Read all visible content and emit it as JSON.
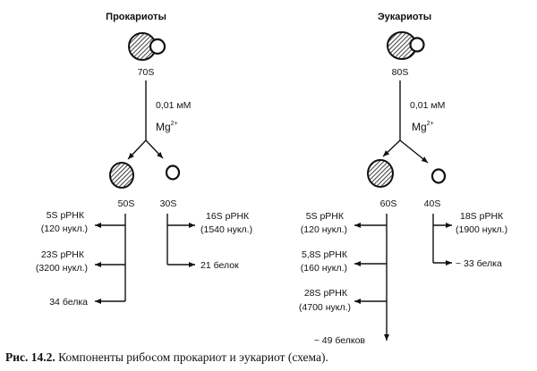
{
  "prokaryotes": {
    "title": "Прокариоты",
    "ribosome": "70S",
    "condition": "0,01 мМ",
    "ion": "Mg",
    "ion_charge": "2+",
    "large_subunit": "50S",
    "small_subunit": "30S",
    "large_components": [
      {
        "line1": "5S  рРНК",
        "line2": "(120 нукл.)"
      },
      {
        "line1": "23S  рРНК",
        "line2": "(3200 нукл.)"
      },
      {
        "line1": "34 белка",
        "line2": ""
      }
    ],
    "small_components": [
      {
        "line1": "16S  рРНК",
        "line2": "(1540 нукл.)"
      },
      {
        "line1": "21 белок",
        "line2": ""
      }
    ]
  },
  "eukaryotes": {
    "title": "Эукариоты",
    "ribosome": "80S",
    "condition": "0,01 мМ",
    "ion": "Mg",
    "ion_charge": "2+",
    "large_subunit": "60S",
    "small_subunit": "40S",
    "large_components": [
      {
        "line1": "5S  рРНК",
        "line2": "(120 нукл.)"
      },
      {
        "line1": "5,8S  рРНК",
        "line2": "(160 нукл.)"
      },
      {
        "line1": "28S  рРНК",
        "line2": "(4700 нукл.)"
      },
      {
        "line1": "~ 49 белков",
        "line2": ""
      }
    ],
    "small_components": [
      {
        "line1": "18S  рРНК",
        "line2": "(1900 нукл.)"
      },
      {
        "line1": "~ 33 белка",
        "line2": ""
      }
    ]
  },
  "caption": {
    "figure": "Рис. 14.2.",
    "text": "Компоненты рибосом прокариот и эукариот (схема)."
  }
}
